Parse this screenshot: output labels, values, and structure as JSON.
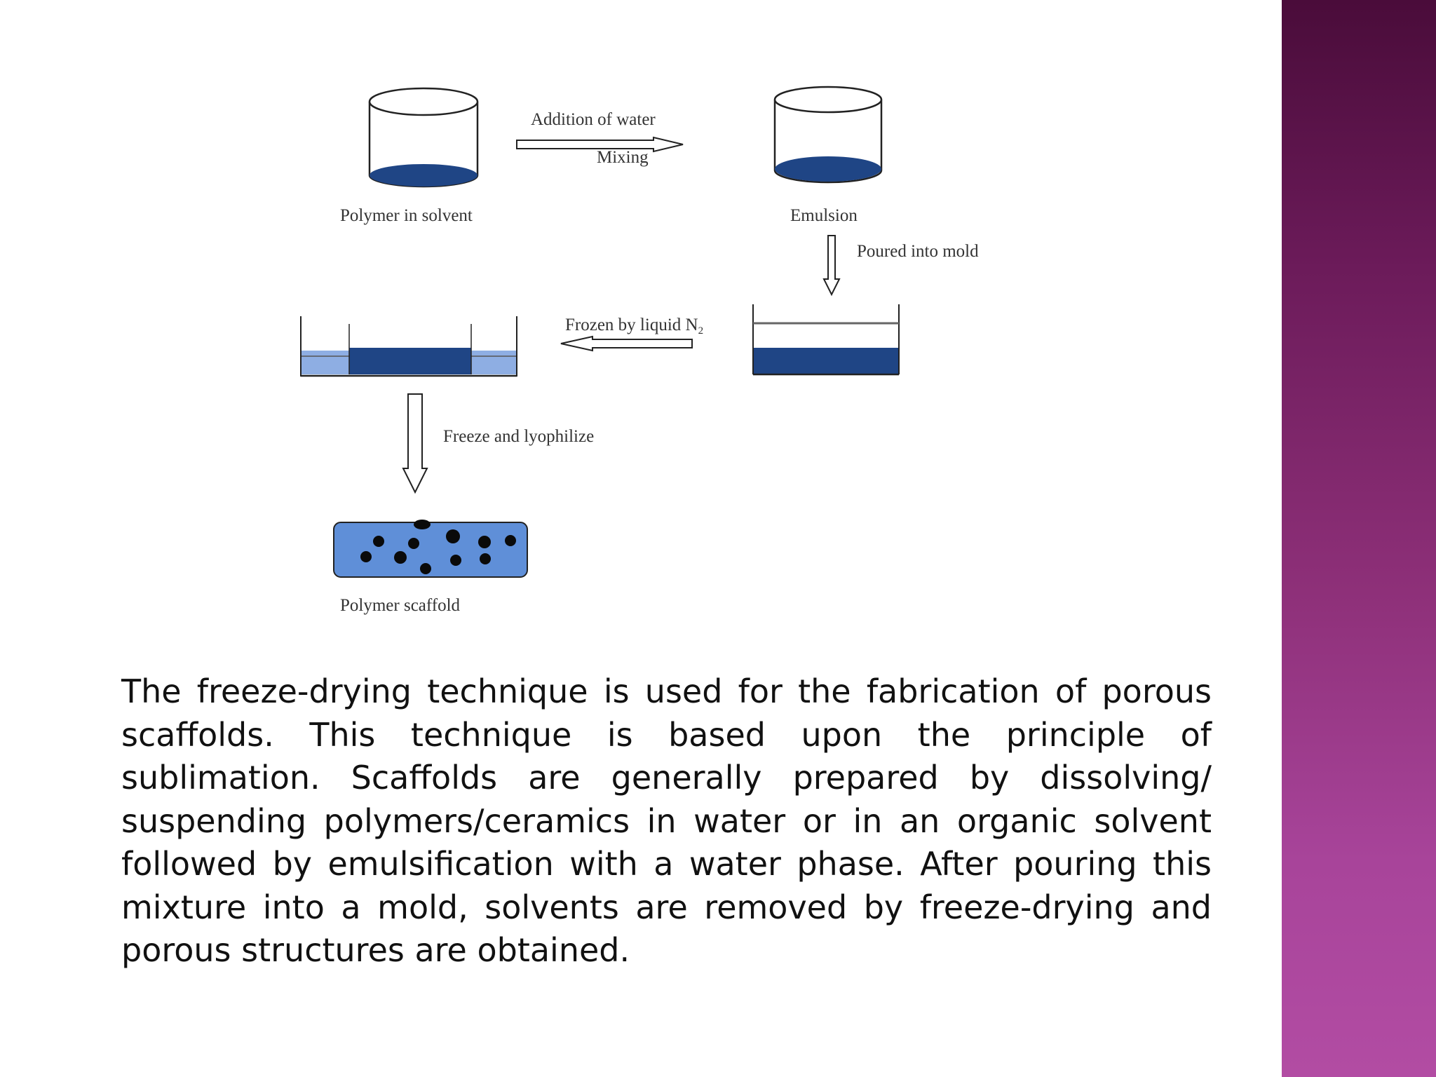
{
  "colors": {
    "liquid": "#1f4585",
    "frozen_light": "#8eaee3",
    "scaffold_fill": "#5f8fd8",
    "pore": "#0a0a0a",
    "band_top": "#4a0c3a",
    "band_bottom": "#b24ca3"
  },
  "diagram": {
    "labels": {
      "polymer_in_solvent": "Polymer in solvent",
      "emulsion": "Emulsion",
      "addition_of_water": "Addition of  water",
      "mixing": "Mixing",
      "poured_into_mold": "Poured into mold",
      "frozen_by_liquid": "Frozen by liquid N",
      "n_subscript": "2",
      "freeze_and_lyophilize": "Freeze and lyophilize",
      "polymer_scaffold": "Polymer  scaffold"
    }
  },
  "body_text": "The freeze-drying technique is used for the fabrication of porous scaffolds. This technique is based upon the principle of sublimation. Scaffolds are generally prepared by dissolving/ suspending polymers/ceramics in water or in an organic solvent followed by emulsification with a water phase. After pouring this mixture into a mold, solvents are removed by freeze-drying and porous structures are obtained."
}
